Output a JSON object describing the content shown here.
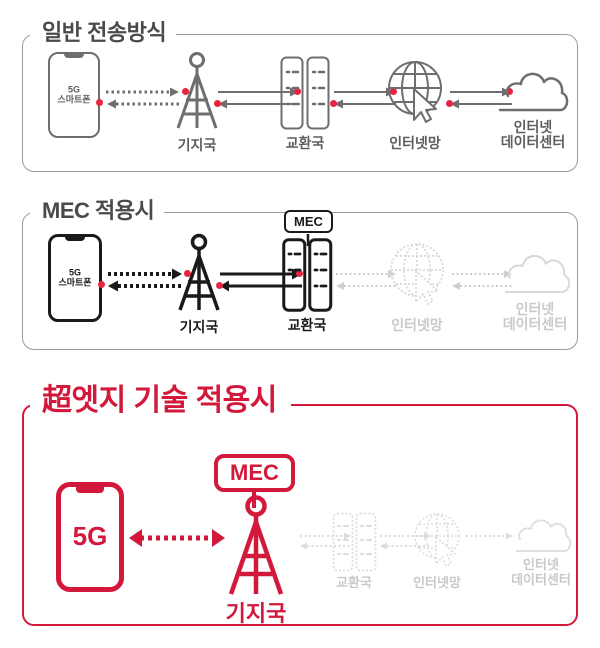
{
  "page": {
    "title": "5G 전송방식 비교 다이어그램",
    "accent_red": "#D2193B",
    "dot_red": "#E8253F",
    "gray": "#5e5e5e",
    "faded_gray": "#c9c9c9",
    "black": "#1a1a1a"
  },
  "sections": [
    {
      "id": "general",
      "title": "일반 전송방식",
      "style": "gray",
      "nodes": [
        {
          "name": "5g-smartphone",
          "type": "phone",
          "line1": "5G",
          "line2": "스마트폰"
        },
        {
          "name": "base-station",
          "type": "tower",
          "label": "기지국"
        },
        {
          "name": "switching-center",
          "type": "server",
          "label": "교환국"
        },
        {
          "name": "internet-network",
          "type": "globe",
          "label": "인터넷망"
        },
        {
          "name": "internet-data-center",
          "type": "cloud",
          "label1": "인터넷",
          "label2": "데이터센터"
        }
      ]
    },
    {
      "id": "mec",
      "title": "MEC 적용시",
      "style": "mixed",
      "mec_badge": "MEC",
      "nodes": [
        {
          "name": "5g-smartphone",
          "type": "phone",
          "line1": "5G",
          "line2": "스마트폰"
        },
        {
          "name": "base-station",
          "type": "tower",
          "label": "기지국"
        },
        {
          "name": "switching-center",
          "type": "server",
          "label": "교환국"
        },
        {
          "name": "internet-network",
          "type": "globe",
          "label": "인터넷망",
          "faded": true
        },
        {
          "name": "internet-data-center",
          "type": "cloud",
          "label1": "인터넷",
          "label2": "데이터센터",
          "faded": true
        }
      ]
    },
    {
      "id": "ultra-edge",
      "title": "超엣지 기술 적용시",
      "style": "red",
      "mec_badge": "MEC",
      "nodes": [
        {
          "name": "5g-smartphone",
          "type": "phone",
          "line1": "5G"
        },
        {
          "name": "base-station",
          "type": "tower",
          "label": "기지국"
        },
        {
          "name": "switching-center",
          "type": "server",
          "label": "교환국",
          "faded": true
        },
        {
          "name": "internet-network",
          "type": "globe",
          "label": "인터넷망",
          "faded": true
        },
        {
          "name": "internet-data-center",
          "type": "cloud",
          "label1": "인터넷",
          "label2": "데이터센터",
          "faded": true
        }
      ]
    }
  ]
}
